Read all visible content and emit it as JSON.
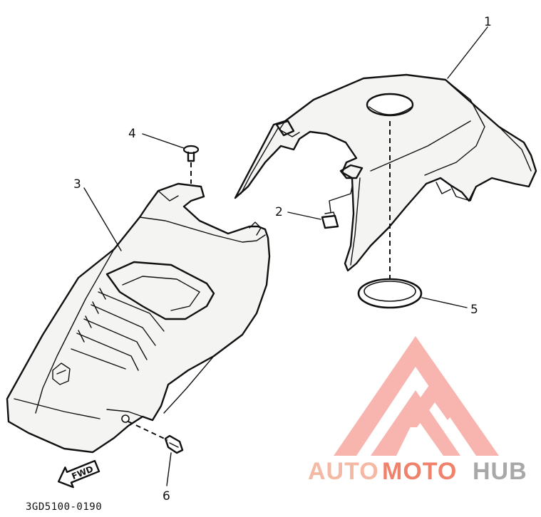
{
  "drawing_code": "3GD5100-0190",
  "direction_marker": "FWD",
  "callouts": [
    "1",
    "2",
    "3",
    "4",
    "5",
    "6"
  ],
  "watermark": {
    "words": [
      "AUTO",
      "MOTO",
      "HUB"
    ],
    "colors": {
      "auto": "#f5b8a4",
      "moto": "#f0826c",
      "hub": "#a8a8a8",
      "logo": "#f7a8a0"
    }
  },
  "icons": [
    "fwd-arrow-icon",
    "automotohub-logo-icon"
  ]
}
